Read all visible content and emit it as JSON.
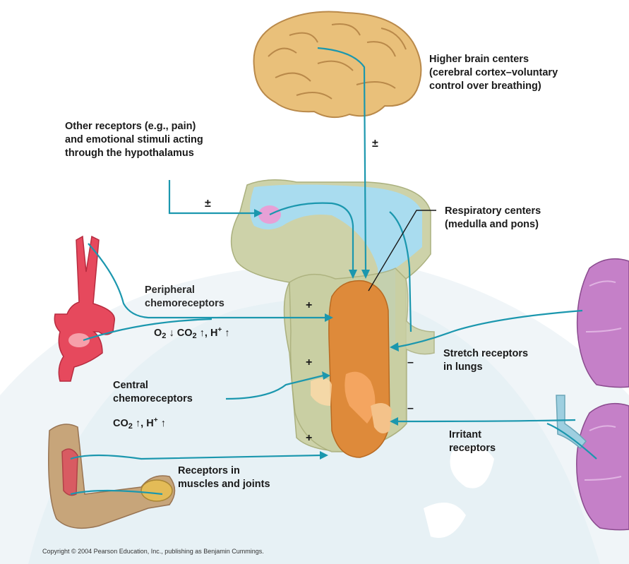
{
  "labels": {
    "higher_brain": [
      "Higher brain centers",
      "(cerebral cortex–voluntary",
      "control over breathing)"
    ],
    "other_receptors": [
      "Other receptors (e.g., pain)",
      "and emotional stimuli acting",
      "through the hypothalamus"
    ],
    "respiratory_centers": [
      "Respiratory centers",
      "(medulla and pons)"
    ],
    "peripheral": [
      "Peripheral",
      "chemoreceptors"
    ],
    "stretch": [
      "Stretch receptors",
      "in lungs"
    ],
    "central": [
      "Central",
      "chemoreceptors"
    ],
    "irritant": [
      "Irritant",
      "receptors"
    ],
    "muscles": [
      "Receptors in",
      "muscles and joints"
    ]
  },
  "formulas": {
    "peripheral": {
      "o2": "O",
      "o2_sub": "2",
      "down_arrow": "↓",
      "co2": "CO",
      "co2_sub": "2",
      "up_arrow": "↑",
      "sep": ",",
      "h": "H",
      "h_sup": "+"
    },
    "central": {
      "co2": "CO",
      "co2_sub": "2",
      "up_arrow": "↑",
      "sep": ",",
      "h": "H",
      "h_sup": "+"
    }
  },
  "signs": {
    "brain": "±",
    "hypothalamus": "±",
    "peripheral": "+",
    "central": "+",
    "muscles": "+",
    "stretch": "–",
    "irritant": "–"
  },
  "copyright": "Copyright © 2004 Pearson Education, Inc., publishing as Benjamin Cummings.",
  "colors": {
    "pathway": "#1b97ae",
    "brain": "#e9c07a",
    "medulla": "#de8a3a",
    "lung": "#c580c8",
    "artery": "#e6495d",
    "csf": "#a9dcef"
  }
}
